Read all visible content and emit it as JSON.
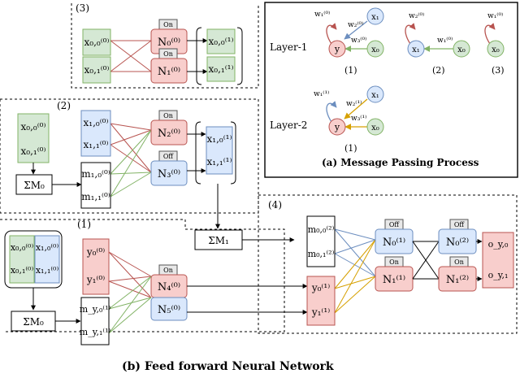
{
  "colors": {
    "green_fill": "#d5e8d4",
    "green_stroke": "#82b366",
    "blue_fill": "#dae8fc",
    "blue_stroke": "#6c8ebf",
    "red_fill": "#f8cecc",
    "red_stroke": "#b85450",
    "badge_fill": "#e8e8e8",
    "edge_red": "#b85450",
    "edge_green": "#82b366",
    "edge_blue": "#6c8ebf",
    "edge_orange": "#d6a000"
  },
  "sections": {
    "s1": "(1)",
    "s2": "(2)",
    "s3": "(3)",
    "s4": "(4)"
  },
  "badges": {
    "on": "On",
    "off": "Off"
  },
  "labels": {
    "x00_0": "x₀,₀⁽⁰⁾",
    "x01_0": "x₀,₁⁽⁰⁾",
    "x10_0": "x₁,₀⁽⁰⁾",
    "x11_0": "x₁,₁⁽⁰⁾",
    "x00_1": "x₀,₀⁽¹⁾",
    "x01_1": "x₀,₁⁽¹⁾",
    "x10_1": "x₁,₀⁽¹⁾",
    "x11_1": "x₁,₁⁽¹⁾",
    "N00": "N₀⁽⁰⁾",
    "N10": "N₁⁽⁰⁾",
    "N20": "N₂⁽⁰⁾",
    "N30": "N₃⁽⁰⁾",
    "N40": "N₄⁽⁰⁾",
    "N50": "N₅⁽⁰⁾",
    "N01": "N₀⁽¹⁾",
    "N11": "N₁⁽¹⁾",
    "N02": "N₀⁽²⁾",
    "N12": "N₁⁽²⁾",
    "m100": "m₁,₀⁽⁰⁾",
    "m110": "m₁,₁⁽⁰⁾",
    "my0": "m_y,₀⁽¹⁾",
    "my1": "m_y,₁⁽¹⁾",
    "m00_2": "m₀,₀⁽²⁾",
    "m01_2": "m₀,₁⁽²⁾",
    "y0_0": "y₀⁽⁰⁾",
    "y1_0": "y₁⁽⁰⁾",
    "y0_1": "y₀⁽¹⁾",
    "y1_1": "y₁⁽¹⁾",
    "oy0": "o_y,₀",
    "oy1": "o_y,₁",
    "sumM0_2": "ΣM₀",
    "sumM1": "ΣM₁",
    "sumM0_1": "ΣM₀"
  },
  "panel_a": {
    "layer1": "Layer-1",
    "layer2": "Layer-2",
    "caption": "(a)  Message Passing Process",
    "g1": "(1)",
    "g2": "(2)",
    "g3": "(3)",
    "g4": "(1)",
    "y": "y",
    "x0": "x₀",
    "x1": "x₁",
    "w1": "w₁⁽⁰⁾",
    "w2": "w₂⁽⁰⁾",
    "w3": "w₃⁽⁰⁾",
    "w2b": "w₂⁽⁰⁾",
    "w1c": "w₁⁽⁰⁾",
    "w1_1": "w₁⁽¹⁾",
    "w2_1": "w₂⁽¹⁾",
    "w3_1": "w₃⁽¹⁾"
  },
  "caption_b": "(b) Feed forward Neural Network"
}
